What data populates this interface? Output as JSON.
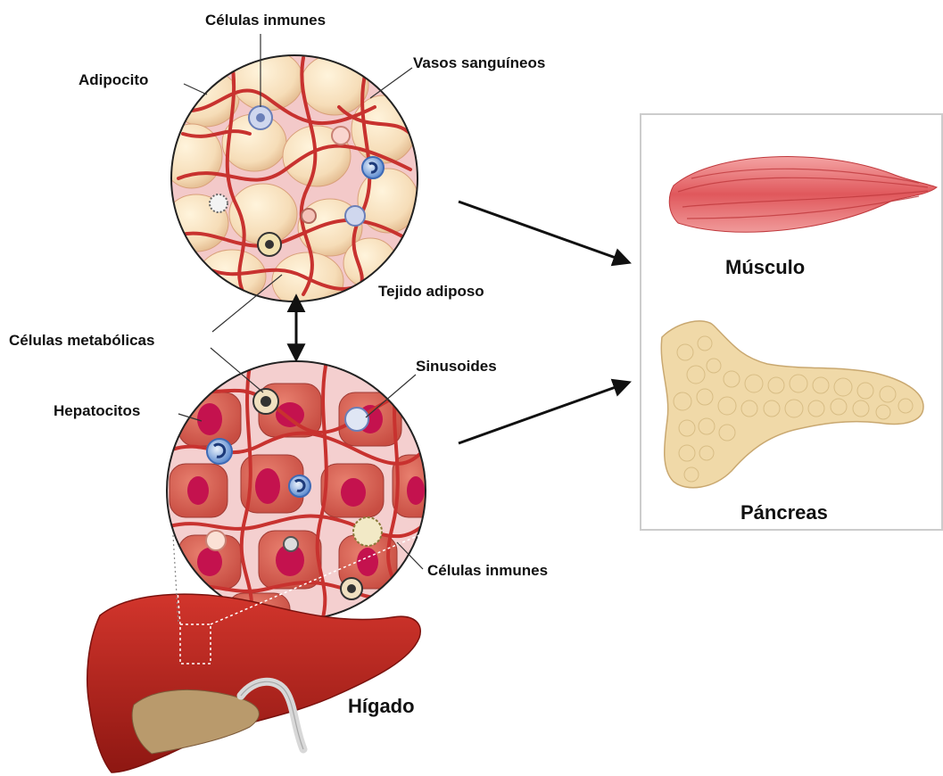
{
  "labels": {
    "immune_cells_top": "Células inmunes",
    "adipocyte": "Adipocito",
    "blood_vessels": "Vasos sanguíneos",
    "adipose_tissue": "Tejido adiposo",
    "metabolic_cells": "Células metabólicas",
    "sinusoids": "Sinusoides",
    "hepatocytes": "Hepatocitos",
    "immune_cells_bottom": "Células inmunes",
    "liver": "Hígado",
    "muscle": "Músculo",
    "pancreas": "Páncreas"
  },
  "colors": {
    "vessel": "#c8322f",
    "adipocyte_fill": "#f6ddb8",
    "hepatocyte_fill": "#d35a4d",
    "nucleus": "#c4124e",
    "liver": "#b8201c",
    "muscle": "#e8787a",
    "pancreas": "#f0d9a8",
    "immune_cell": "#6b9ad6"
  }
}
